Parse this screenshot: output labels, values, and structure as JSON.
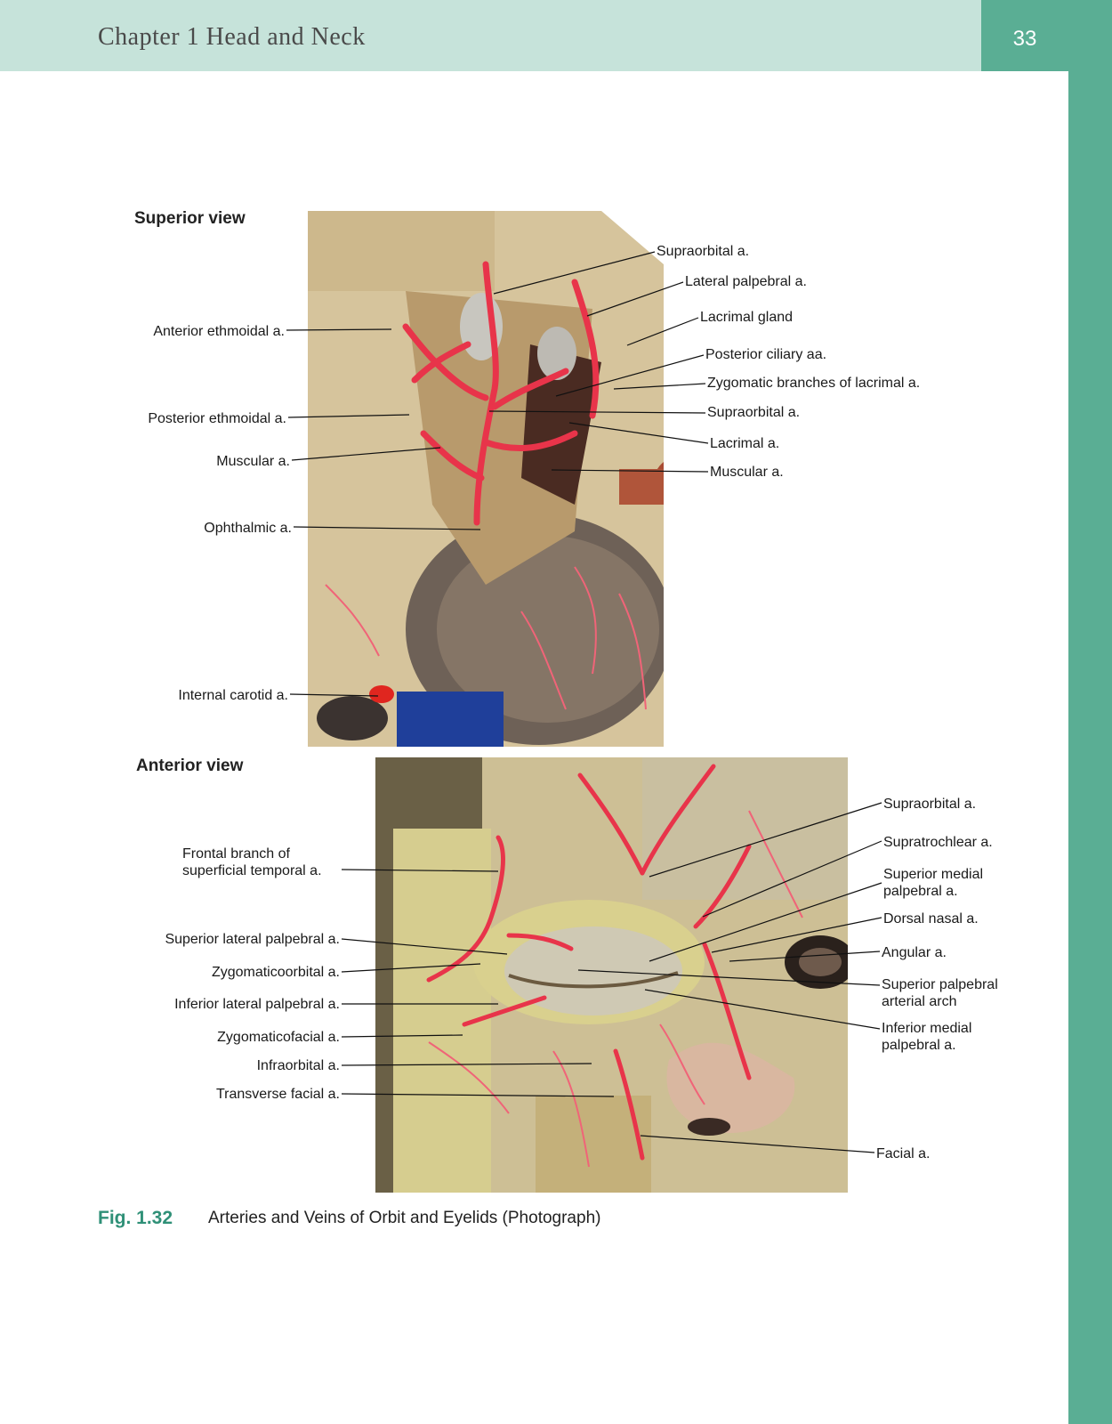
{
  "header": {
    "chapter_title": "Chapter 1   Head and Neck",
    "page_number": "33"
  },
  "figure": {
    "superior": {
      "view_label": "Superior view",
      "labels_left": [
        "Anterior ethmoidal a.",
        "Posterior ethmoidal a.",
        "Muscular a.",
        "Ophthalmic a.",
        "Internal carotid a."
      ],
      "labels_right": [
        "Supraorbital a.",
        "Lateral palpebral a.",
        "Lacrimal gland",
        "Posterior ciliary aa.",
        "Zygomatic branches of lacrimal a.",
        "Supraorbital a.",
        "Lacrimal a.",
        "Muscular a."
      ]
    },
    "anterior": {
      "view_label": "Anterior view",
      "labels_left": [
        "Frontal branch of",
        "superficial temporal a.",
        "Superior lateral palpebral a.",
        "Zygomaticoorbital a.",
        "Inferior lateral palpebral a.",
        "Zygomaticofacial a.",
        "Infraorbital a.",
        "Transverse facial a."
      ],
      "labels_right": [
        "Supraorbital a.",
        "Supratrochlear a.",
        "Superior medial",
        "palpebral a.",
        "Dorsal nasal a.",
        "Angular a.",
        "Superior palpebral",
        "arterial arch",
        "Inferior medial",
        "palpebral a.",
        "Facial a."
      ]
    },
    "caption": {
      "number": "Fig. 1.32",
      "text": "Arteries and Veins of Orbit and Eyelids (Photograph)"
    }
  },
  "colors": {
    "header_band": "#c6e3da",
    "accent": "#5aae94",
    "caption_number": "#2f9077",
    "artery": "#e8344a"
  }
}
